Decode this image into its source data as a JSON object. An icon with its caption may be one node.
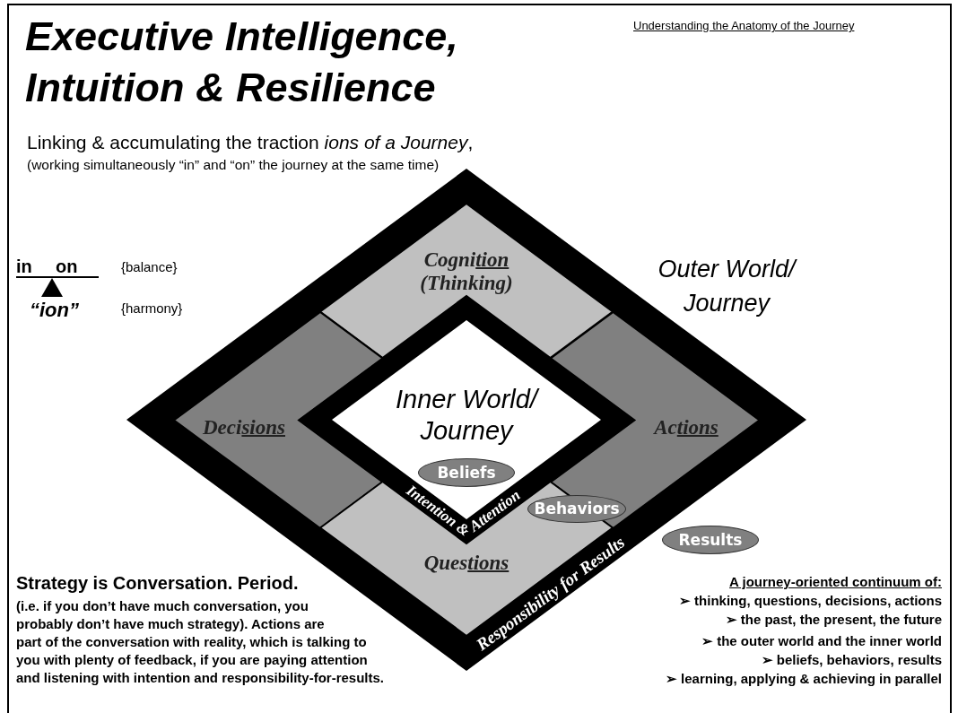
{
  "diagram": {
    "title": "Executive Intelligence, Intuition & Resilience",
    "nodes": [
      {
        "text": [
          "Responsibility for Results"
        ]
      },
      {
        "text": [
          "Cogni**tion** (Thinking)"
        ],
        "in": 0
      },
      {
        "text": [
          "Deci**sions**"
        ],
        "in": 0
      },
      {
        "text": [
          "Ac**tions**"
        ],
        "in": 0
      },
      {
        "text": [
          "Ques**tions**"
        ],
        "in": 0
      },
      {
        "text": [
          "Intention & Attention"
        ],
        "in": 0
      },
      {
        "text": [
          "Inner World/ Journey"
        ],
        "in": 5
      },
      {
        "text": [
          "Beliefs"
        ],
        "in": 5
      },
      {
        "text": [
          "Behaviors"
        ],
        "in": 0
      },
      {
        "text": [
          "Results"
        ]
      }
    ],
    "edges": [],
    "labels": [
      "Understanding the Anatomy of the Journey",
      "Linking & accumulating the traction *ions of a Journey*,",
      "(working simultaneously “in” and “on” the journey at the same time)",
      "in",
      "on",
      "{balance}",
      "“ion”",
      "{harmony}",
      "Outer World/ Journey",
      "Strategy is Conversation. Period.",
      "(i.e. if you don’t have much conversation, you probably don’t have much strategy). Actions are part of the conversation with reality, which is talking to you with plenty of feedback, if you are paying attention and listening with intention and responsibility-for-results.",
      "A journey-oriented continuum of:",
      "➢ thinking, questions, decisions, actions",
      "➢ the past, the present, the future",
      "➢ the outer world and the inner world",
      "➢ beliefs, behaviors, results",
      "➢ learning, applying & achieving in parallel"
    ]
  }
}
